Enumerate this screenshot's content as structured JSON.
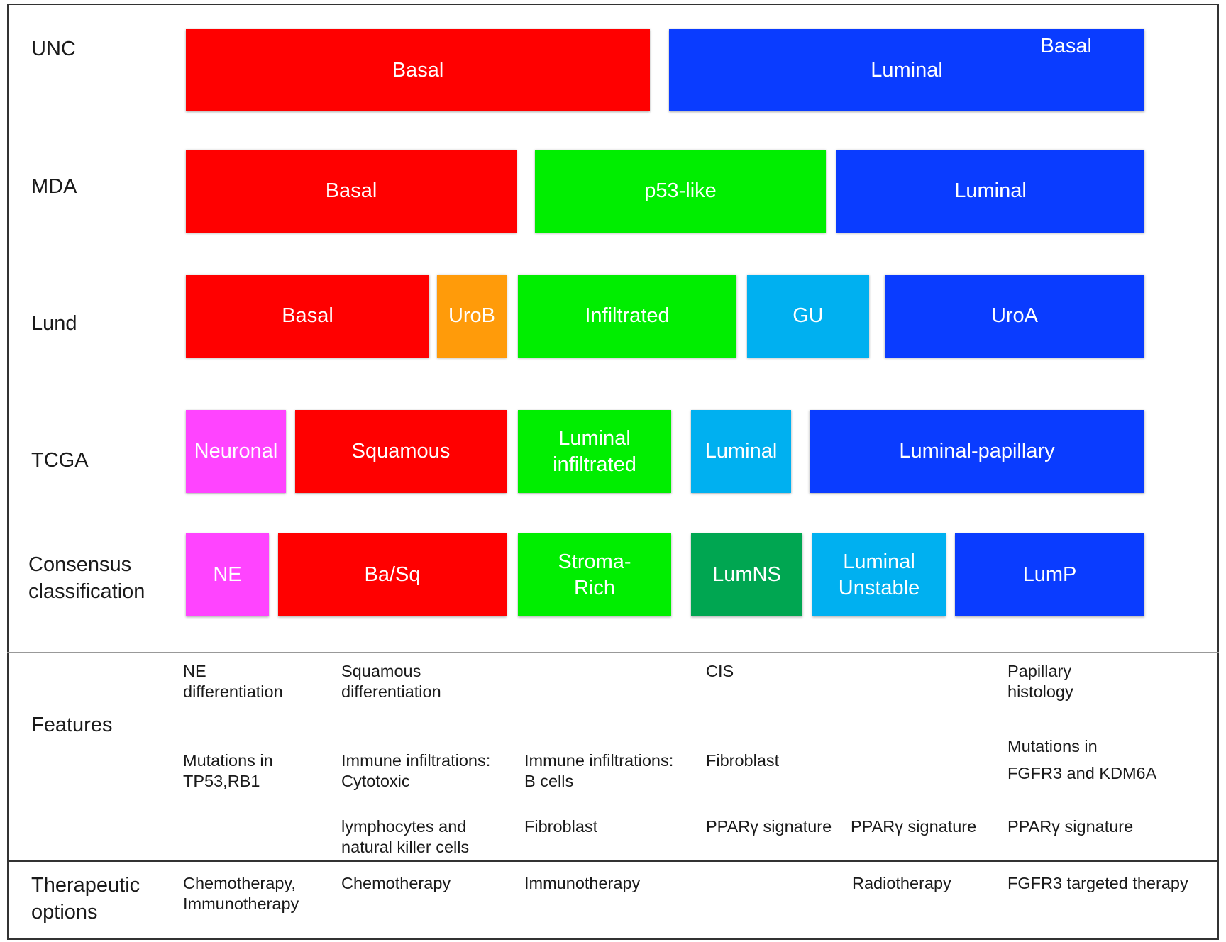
{
  "rows": [
    {
      "label": "UNC",
      "segments": [
        {
          "text": "Basal",
          "color": "#ff0000"
        },
        {
          "text": "Luminal",
          "note": "Basal",
          "color": "#0a3cff"
        }
      ]
    },
    {
      "label": "MDA",
      "segments": [
        {
          "text": "Basal",
          "color": "#ff0000"
        },
        {
          "text": "p53-like",
          "color": "#00ee00"
        },
        {
          "text": "Luminal",
          "color": "#0a3cff"
        }
      ]
    },
    {
      "label": "Lund",
      "segments": [
        {
          "text": "Basal",
          "color": "#ff0000"
        },
        {
          "text": "UroB",
          "color": "#ff9b0a"
        },
        {
          "text": "Infiltrated",
          "color": "#00ee00"
        },
        {
          "text": "GU",
          "color": "#00b0f0"
        },
        {
          "text": "UroA",
          "color": "#0a3cff"
        }
      ]
    },
    {
      "label": "TCGA",
      "segments": [
        {
          "text": "Neuronal",
          "color": "#ff44ff"
        },
        {
          "text": "Squamous",
          "color": "#ff0000"
        },
        {
          "text": "Luminal\ninfiltrated",
          "color": "#00ee00"
        },
        {
          "text": "Luminal",
          "color": "#00b0f0"
        },
        {
          "text": "Luminal-papillary",
          "color": "#0a3cff"
        }
      ]
    },
    {
      "label": "Consensus\nclassification",
      "segments": [
        {
          "text": "NE",
          "color": "#ff44ff"
        },
        {
          "text": "Ba/Sq",
          "color": "#ff0000"
        },
        {
          "text": "Stroma-\nRich",
          "color": "#00ee00"
        },
        {
          "text": "LumNS",
          "color": "#00a651"
        },
        {
          "text": "Luminal\nUnstable",
          "color": "#00b0f0"
        },
        {
          "text": "LumP",
          "color": "#0a3cff"
        }
      ]
    }
  ],
  "features": {
    "label": "Features",
    "items": [
      "NE\ndifferentiation",
      "Squamous\ndifferentiation",
      "CIS",
      "Papillary\nhistology",
      "Mutations in\nTP53,RB1",
      "Immune infiltrations:\nCytotoxic",
      "Immune infiltrations:\nB cells",
      "Fibroblast",
      "Mutations in",
      "FGFR3 and KDM6A",
      "lymphocytes and\nnatural killer cells",
      "Fibroblast",
      "PPARγ signature",
      "PPARγ signature",
      "PPARγ signature"
    ]
  },
  "therapeutic": {
    "label": "Therapeutic\noptions",
    "items": [
      "Chemotherapy,\nImmunotherapy",
      "Chemotherapy",
      "Immunotherapy",
      "Radiotherapy",
      "FGFR3 targeted therapy"
    ]
  },
  "colors": {
    "frame": "#333333",
    "divider": "#999999"
  }
}
